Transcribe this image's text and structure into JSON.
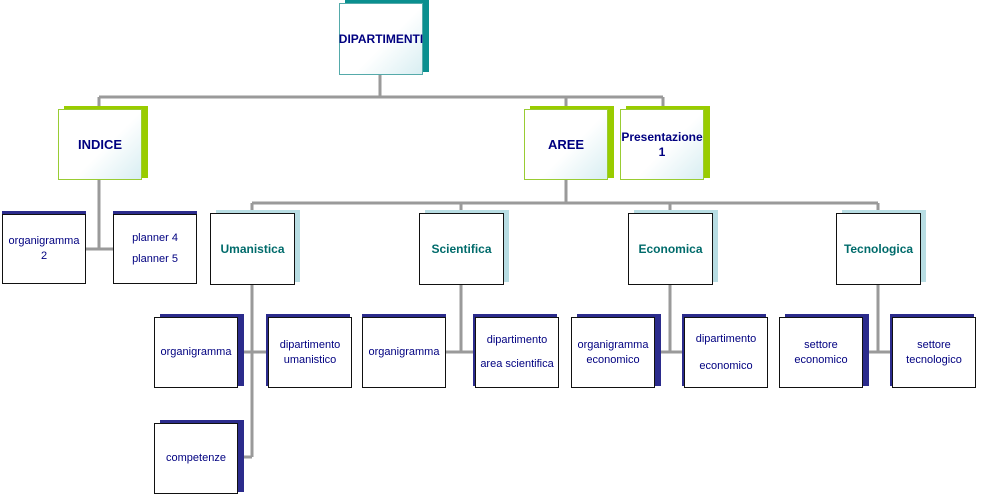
{
  "colors": {
    "connector": "#9a9a9a",
    "teal_shadow": "#0a8f8f",
    "green_shadow": "#99cc00",
    "navy_shadow": "#2b2b8c",
    "light_shadow": "#b8dde3",
    "box_border_teal": "#55aaaa",
    "box_border_green": "#99cc33",
    "box_border_dark": "#111111"
  },
  "root": {
    "label": "DIPARTIMENTI"
  },
  "level1": {
    "indice": {
      "label": "INDICE"
    },
    "aree": {
      "label": "AREE"
    },
    "presentazione": {
      "label": "Presentazione 1"
    }
  },
  "indice_children": {
    "organigramma": {
      "label": "organigramma 2"
    },
    "planner": {
      "line1": "planner 4",
      "line2": "planner 5"
    }
  },
  "areas": {
    "umanistica": {
      "label": "Umanistica"
    },
    "scientifica": {
      "label": "Scientifica"
    },
    "economica": {
      "label": "Economica"
    },
    "tecnologica": {
      "label": "Tecnologica"
    }
  },
  "leaves": {
    "um_organigramma": {
      "label": "organigramma"
    },
    "um_dipartimento": {
      "line1": "dipartimento",
      "line2": "umanistico"
    },
    "um_competenze": {
      "label": "competenze"
    },
    "sc_organigramma": {
      "label": "organigramma"
    },
    "sc_dipartimento": {
      "line1": "dipartimento",
      "line2": "area scientifica"
    },
    "ec_organigramma": {
      "line1": "organigramma",
      "line2": "economico"
    },
    "ec_dipartimento": {
      "line1": "dipartimento",
      "line2": "economico"
    },
    "te_settore_economico": {
      "line1": "settore",
      "line2": "economico"
    },
    "te_settore_tecnologico": {
      "line1": "settore",
      "line2": "tecnologico"
    }
  }
}
